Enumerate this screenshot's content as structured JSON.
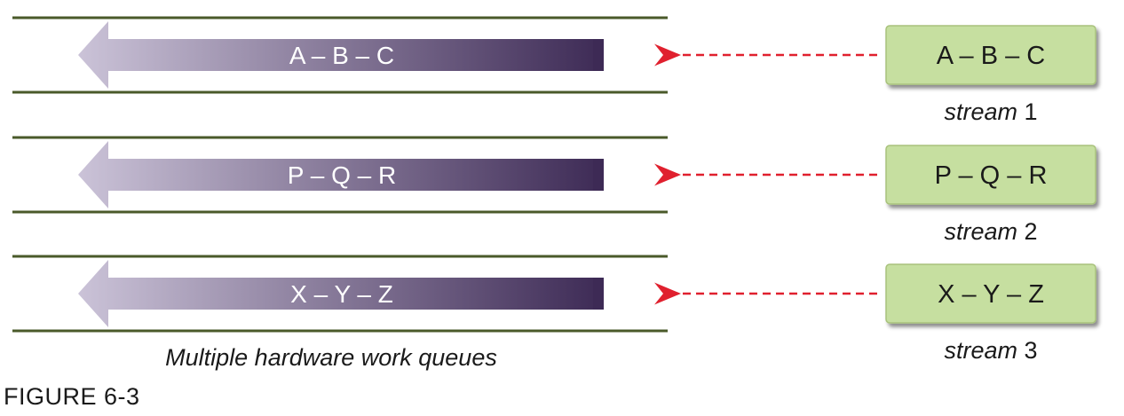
{
  "figure_label": "FIGURE 6-3",
  "caption": "Multiple hardware work queues",
  "stream_word": "stream",
  "colors": {
    "rule": "#4a5a2a",
    "arrow_dark": "#3d2a55",
    "arrow_light": "#cbc3d8",
    "dashed": "#e0202e",
    "box_fill": "#c6dfa0",
    "box_stroke": "#a8c27c",
    "box_shadow": "#8a8a8a"
  },
  "rows": [
    {
      "queue": "A – B – C",
      "box": "A – B – C",
      "stream_number": "1"
    },
    {
      "queue": "P – Q – R",
      "box": "P – Q – R",
      "stream_number": "2"
    },
    {
      "queue": "X – Y – Z",
      "box": "X – Y – Z",
      "stream_number": "3"
    }
  ]
}
